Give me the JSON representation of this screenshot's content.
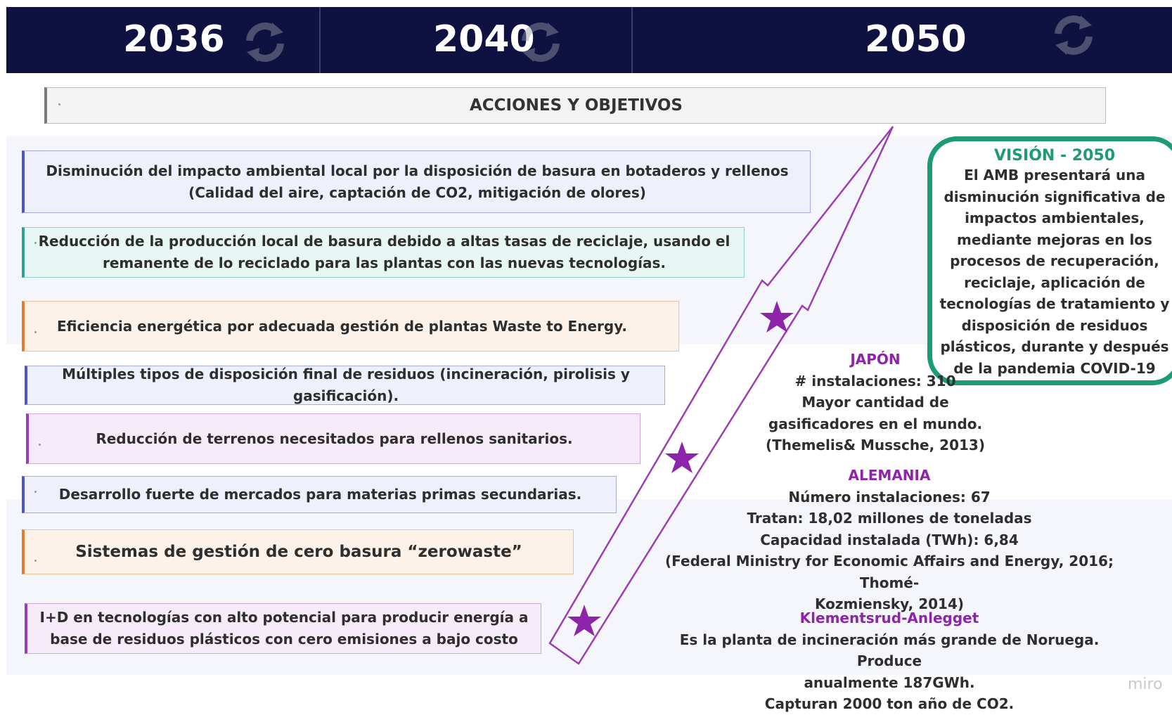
{
  "timeline": {
    "years": [
      "2036",
      "2040",
      "2050"
    ],
    "icon": "sync-icon"
  },
  "header": {
    "title": "ACCIONES Y OBJETIVOS"
  },
  "actions": [
    {
      "text": "Disminución del impacto ambiental local por la disposición de basura en botaderos y rellenos (Calidad del aire, captación de CO2, mitigación de olores)",
      "color": "blue"
    },
    {
      "text": "Reducción de la producción local de basura debido a altas tasas de reciclaje, usando el remanente de lo reciclado para las plantas con las nuevas tecnologías.",
      "color": "teal"
    },
    {
      "text": "Eficiencia energética por adecuada gestión de plantas Waste to Energy.",
      "color": "orange"
    },
    {
      "text": "Múltiples tipos de disposición final de residuos (incineración, pirolisis y gasificación).",
      "color": "blue"
    },
    {
      "text": "Reducción de terrenos necesitados para rellenos sanitarios.",
      "color": "purple"
    },
    {
      "text": "Desarrollo fuerte de mercados para materias primas secundarias.",
      "color": "blue"
    },
    {
      "text": "Sistemas de gestión de cero basura “zerowaste”",
      "color": "orange"
    },
    {
      "text": "I+D en tecnologías con alto potencial para producir energía a base de residuos plásticos con cero emisiones a bajo costo",
      "color": "purple"
    }
  ],
  "vision": {
    "title": "VISIÓN - 2050",
    "body": "El AMB  presentará una disminución significativa de impactos ambientales, mediante mejoras en los procesos de recuperación, reciclaje, aplicación de tecnologías de tratamiento y disposición de residuos plásticos, durante y después de la pandemia COVID-19"
  },
  "references": {
    "japan": {
      "title": "JAPÓN",
      "lines": [
        "# instalaciones: 310",
        "Mayor cantidad de",
        "gasificadores en el mundo.",
        "(Themelis& Mussche, 2013)"
      ]
    },
    "germany": {
      "title": "ALEMANIA",
      "lines": [
        "Número instalaciones: 67",
        "Tratan: 18,02 millones de toneladas",
        "Capacidad instalada (TWh): 6,84",
        "(Federal Ministry for Economic Affairs and Energy, 2016; Thomé-",
        "Kozmiensky, 2014)"
      ]
    },
    "norway": {
      "title": "Klementsrud-Anlegget",
      "lines": [
        "Es la planta de incineración más grande de Noruega. Produce",
        "anualmente 187GWh.",
        "Capturan 2000 ton año de CO2."
      ]
    }
  },
  "watermark": "miro",
  "colors": {
    "topbar": "#0f1140",
    "vision_border": "#1d9a76",
    "accent_purple": "#8e24aa",
    "star": "#8e24aa",
    "arrow": "#9b3fb0"
  }
}
